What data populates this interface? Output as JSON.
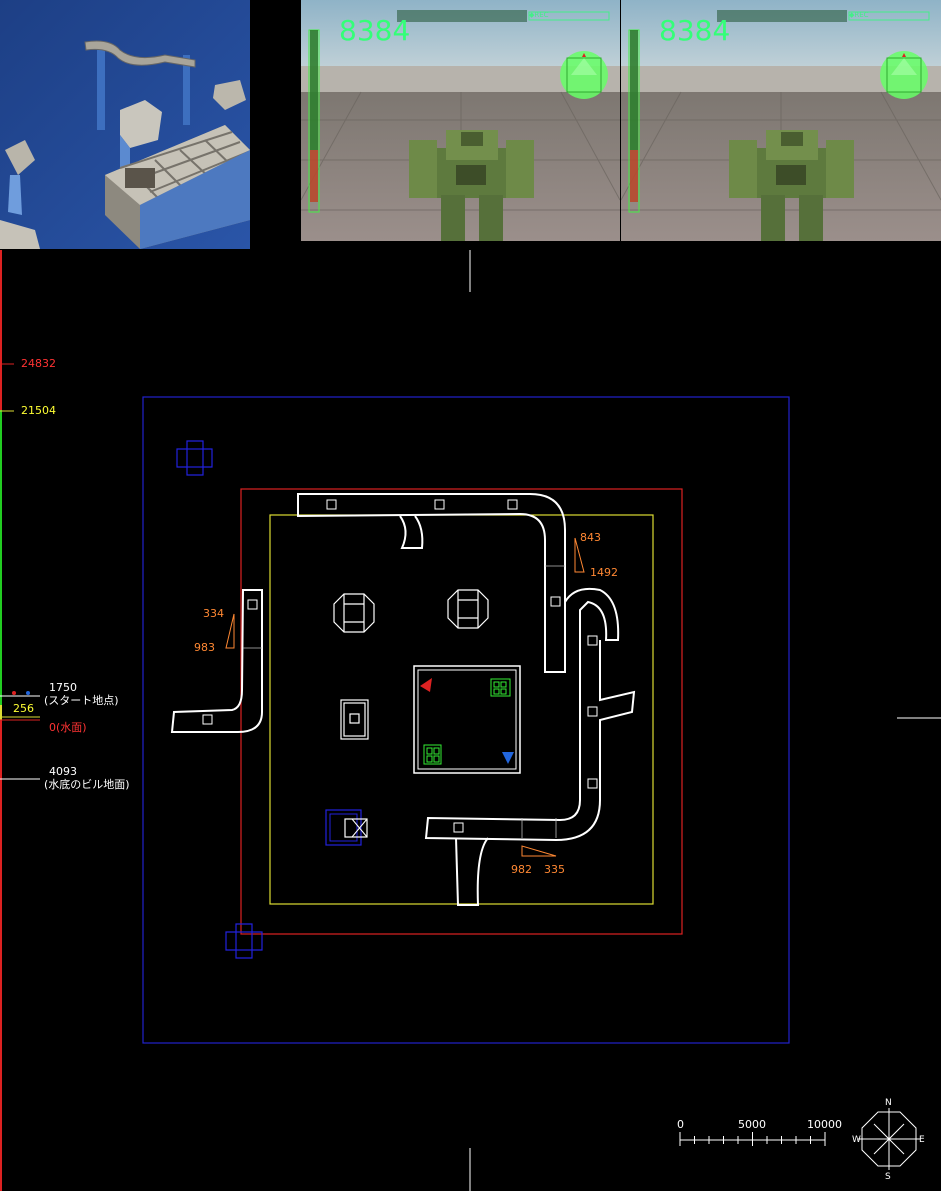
{
  "hud": {
    "ammo_counter": "8384",
    "rec_label": "◆REC"
  },
  "elevation_scale": {
    "markers": [
      {
        "value": "24832",
        "color": "#ff3333"
      },
      {
        "value": "21504",
        "color": "#ffff33"
      },
      {
        "value": "1750",
        "sub": "(スタート地点)",
        "color": "#ffffff"
      },
      {
        "value": "256",
        "color": "#ffff33"
      },
      {
        "value": "0",
        "sub": "(水面)",
        "color": "#ff3333"
      },
      {
        "value": "4093",
        "sub": "(水底のビル地面)",
        "color": "#ffffff"
      }
    ]
  },
  "map": {
    "dimension_labels": {
      "d843": "843",
      "d1492": "1492",
      "d334": "334",
      "d983": "983",
      "d982": "982",
      "d335": "335"
    },
    "colors": {
      "outer_bounds": "#2222cc",
      "red_bounds": "#dd2222",
      "yellow_bounds": "#dddd33",
      "structure": "#ffffff",
      "label": "#ff8833",
      "team_red": "#dd2222",
      "team_blue": "#2266dd",
      "supply": "#33ee33"
    }
  },
  "scale_bar": {
    "ticks": [
      "0",
      "5000",
      "10000"
    ]
  },
  "compass": {
    "n": "N",
    "s": "S",
    "e": "E",
    "w": "W"
  }
}
